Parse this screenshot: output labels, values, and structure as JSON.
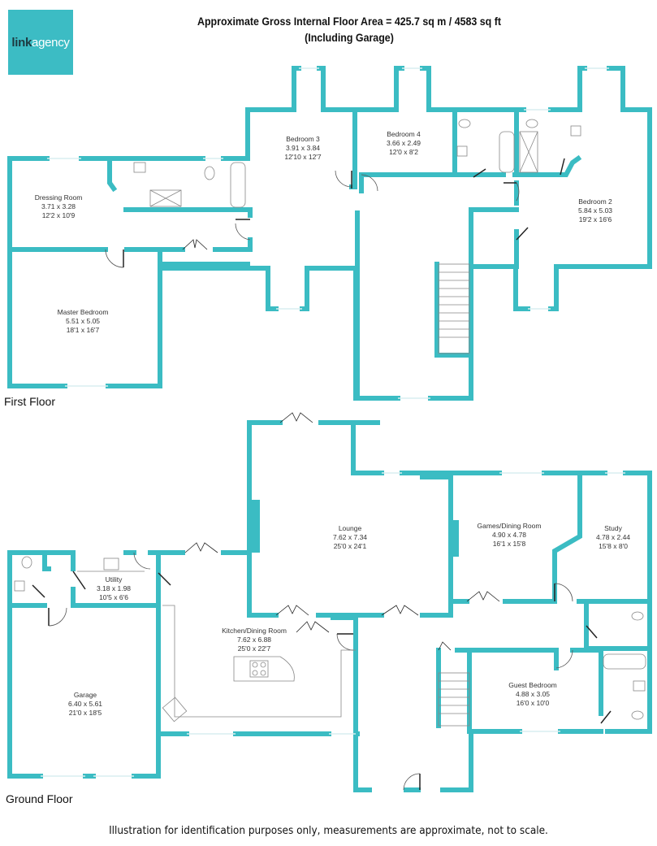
{
  "logo": {
    "part1": "link",
    "part2": "agency"
  },
  "header": {
    "title_line1": "Approximate Gross Internal Floor Area = 425.7 sq m / 4583 sq ft",
    "title_line2": "(Including Garage)"
  },
  "colors": {
    "wall": "#3bbcc3",
    "logo_bg": "#3cbcc4",
    "text": "#333333"
  },
  "first_floor": {
    "label": "First Floor",
    "rooms": [
      {
        "name": "Dressing Room",
        "metric": "3.71 x 3.28",
        "imperial": "12'2 x 10'9"
      },
      {
        "name": "Bedroom 3",
        "metric": "3.91 x 3.84",
        "imperial": "12'10 x 12'7"
      },
      {
        "name": "Bedroom 4",
        "metric": "3.66 x 2.49",
        "imperial": "12'0 x 8'2"
      },
      {
        "name": "Bedroom 2",
        "metric": "5.84 x 5.03",
        "imperial": "19'2 x 16'6"
      },
      {
        "name": "Master Bedroom",
        "metric": "5.51 x 5.05",
        "imperial": "18'1 x 16'7"
      }
    ]
  },
  "ground_floor": {
    "label": "Ground Floor",
    "rooms": [
      {
        "name": "Lounge",
        "metric": "7.62 x 7.34",
        "imperial": "25'0 x 24'1"
      },
      {
        "name": "Games/Dining Room",
        "metric": "4.90 x 4.78",
        "imperial": "16'1 x 15'8"
      },
      {
        "name": "Study",
        "metric": "4.78 x 2.44",
        "imperial": "15'8 x 8'0"
      },
      {
        "name": "Utility",
        "metric": "3.18 x 1.98",
        "imperial": "10'5 x 6'6"
      },
      {
        "name": "Kitchen/Dining Room",
        "metric": "7.62 x 6.88",
        "imperial": "25'0 x 22'7"
      },
      {
        "name": "Garage",
        "metric": "6.40 x 5.61",
        "imperial": "21'0 x 18'5"
      },
      {
        "name": "Guest Bedroom",
        "metric": "4.88 x 3.05",
        "imperial": "16'0 x 10'0"
      }
    ]
  },
  "footer": {
    "disclaimer": "Illustration for identification purposes only, measurements are approximate, not to scale."
  }
}
